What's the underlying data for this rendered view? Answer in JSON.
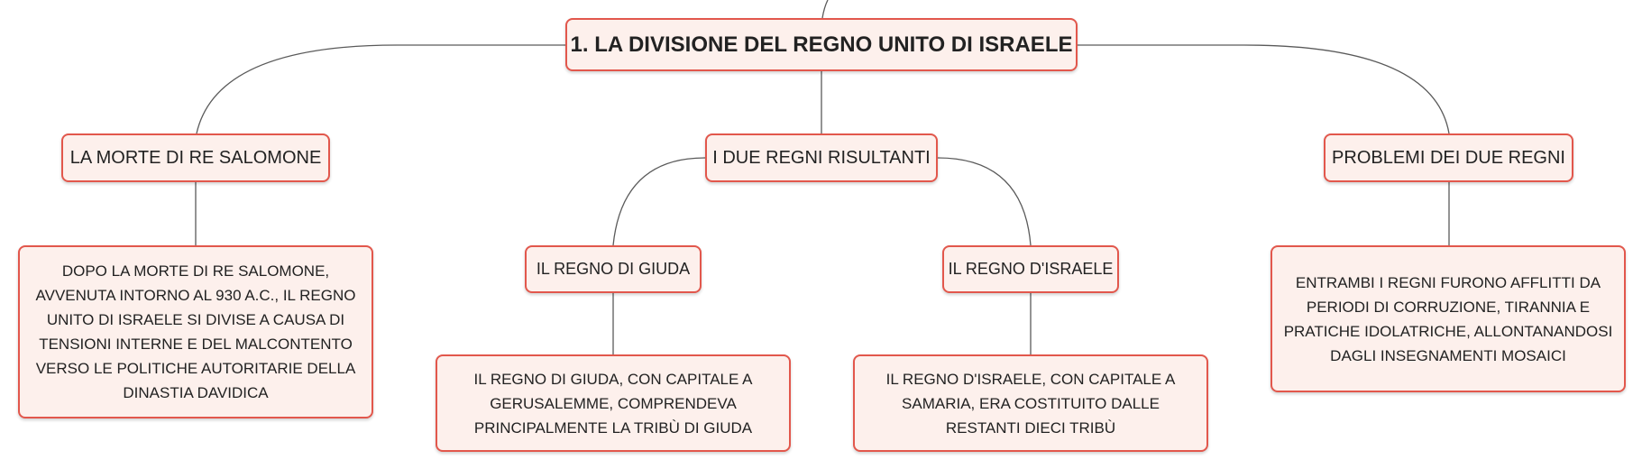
{
  "map": {
    "root": "1. LA DIVISIONE DEL REGNO UNITO DI ISRAELE",
    "topics": {
      "morte": "LA MORTE DI RE SALOMONE",
      "regni": "I DUE REGNI RISULTANTI",
      "problemi": "PROBLEMI DEI DUE REGNI"
    },
    "subtopics": {
      "giuda": "IL REGNO DI GIUDA",
      "israele": "IL REGNO D'ISRAELE"
    },
    "details": {
      "morte": "DOPO LA MORTE DI RE SALOMONE, AVVENUTA INTORNO AL 930 A.C., IL REGNO UNITO DI ISRAELE SI DIVISE A CAUSA DI TENSIONI INTERNE E DEL MALCONTENTO VERSO LE POLITICHE AUTORITARIE DELLA DINASTIA DAVIDICA",
      "giuda": "IL REGNO DI GIUDA, CON CAPITALE A GERUSALEMME, COMPRENDEVA PRINCIPALMENTE LA TRIBÙ DI GIUDA",
      "israele": "IL REGNO D'ISRAELE, CON CAPITALE A SAMARIA, ERA COSTITUITO DALLE RESTANTI DIECI TRIBÙ",
      "problemi": "ENTRAMBI I REGNI FURONO AFFLITTI DA PERIODI DI CORRUZIONE, TIRANNIA E PRATICHE IDOLATRICHE, ALLONTANANDOSI DAGLI INSEGNAMENTI MOSAICI"
    },
    "colors": {
      "border": "#e2574c",
      "fill": "#fdf0ec",
      "line": "#5a5a5a"
    }
  }
}
